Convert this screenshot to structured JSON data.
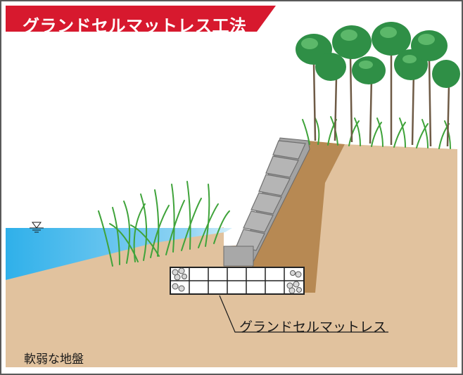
{
  "banner": {
    "title": "グランドセルマットレス工法",
    "color": "#d7192e"
  },
  "labels": {
    "mattress": "グランドセルマットレス",
    "ground": "軟弱な地盤"
  },
  "colors": {
    "soil": "#e1c29e",
    "backfill": "#b78953",
    "water_top": "#3fb6ea",
    "water_light": "#a9def6",
    "wall": "#9c9c9c",
    "grass": "#3fa33a",
    "tree_leaf": "#2f8f46"
  },
  "icons": [
    "water-level-icon"
  ]
}
